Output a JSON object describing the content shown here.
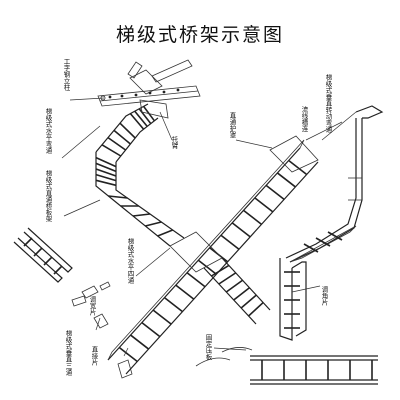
{
  "title": "梯级式桥架示意图",
  "labels": {
    "work_steel": "工字钢立柱",
    "bracket": "托臂",
    "horizontal_bend": "梯级式水平弯通",
    "straight_panel": "梯级式直通桥板架",
    "straight_guard": "直通护罩",
    "horizontal_tee": "梯级式水平四通",
    "adjusting_plate": "调宽片",
    "vertical_bend_inner": "梯级式垂直三通",
    "straight_connector": "直接片",
    "cable_ladder_vertical": "梯级式垂直转动弯通",
    "flow_cross": "流线槽连",
    "angle_piece": "调角片",
    "fixed_plate": "固定压板"
  }
}
